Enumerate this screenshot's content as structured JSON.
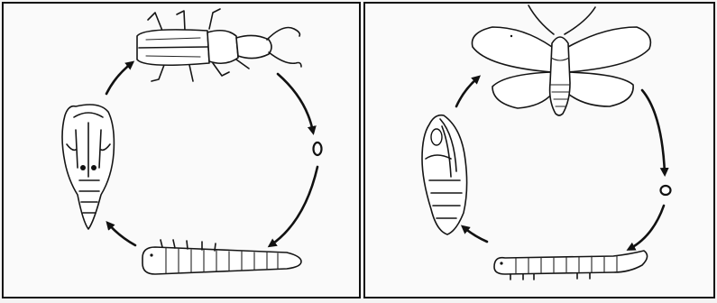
{
  "figure": {
    "panels": [
      {
        "id": "beetle-life-cycle",
        "stages": [
          "adult-beetle",
          "egg",
          "larva",
          "pupa"
        ]
      },
      {
        "id": "moth-life-cycle",
        "stages": [
          "adult-moth",
          "egg",
          "caterpillar",
          "pupa-chrysalis"
        ]
      }
    ],
    "colors": {
      "ink": "#151515",
      "paper": "#fafafa",
      "border": "#111111"
    },
    "icons": [
      "beetle-icon",
      "egg-icon",
      "larva-icon",
      "pupa-icon",
      "moth-icon",
      "caterpillar-icon",
      "chrysalis-icon",
      "cycle-arrow-icon"
    ]
  }
}
